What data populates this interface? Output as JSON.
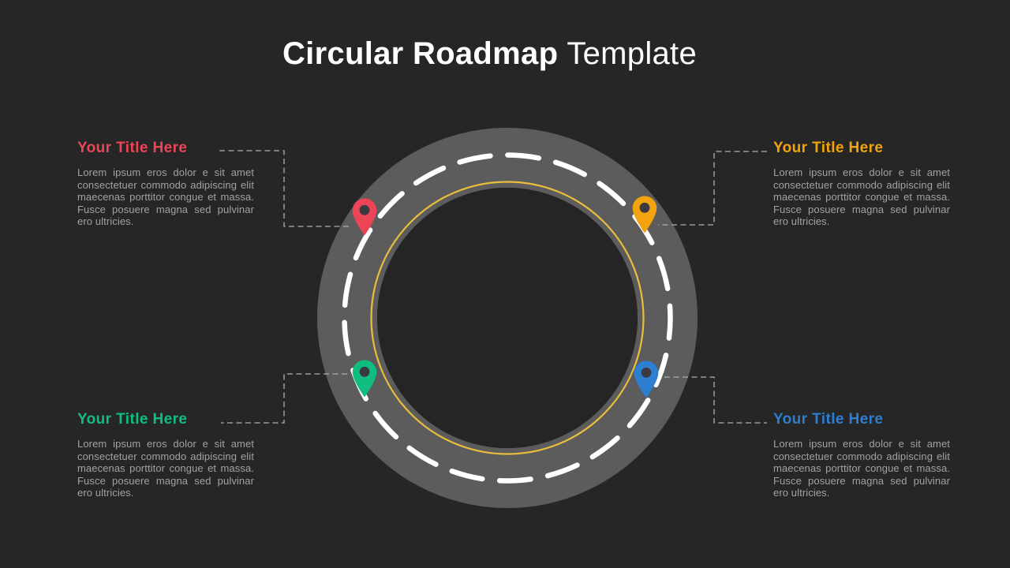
{
  "header": {
    "title_bold": "Circular Roadmap",
    "title_light": "Template"
  },
  "theme": {
    "background": "#262626",
    "heading_color": "#FFFFFF",
    "body_text_color": "#A2A2A2",
    "connector_color": "#B0B0B0"
  },
  "road": {
    "asphalt_color": "#5C5C5C",
    "center_dash_color": "#FFFFFF",
    "inner_line_color": "#E9BE3C",
    "inner_fill_color": "#252526"
  },
  "pins": [
    {
      "name": "map-pin-red",
      "color": "#EC4557"
    },
    {
      "name": "map-pin-orange",
      "color": "#F2A30D"
    },
    {
      "name": "map-pin-green",
      "color": "#0FBE7E"
    },
    {
      "name": "map-pin-blue",
      "color": "#2E7ED2"
    }
  ],
  "pin_hole_color": "#3A3A41",
  "blocks": [
    {
      "position": "top-left",
      "title": "Your Title Here",
      "accent": "#EC4557",
      "body": "Lorem ipsum eros dolor e sit amet consectetuer commodo adipiscing elit maecenas porttitor congue et massa. Fusce posuere magna sed pulvinar ero ultricies."
    },
    {
      "position": "top-right",
      "title": "Your Title Here",
      "accent": "#F2A30D",
      "body": "Lorem ipsum eros dolor e sit amet consectetuer commodo adipiscing elit maecenas porttitor congue et massa. Fusce posuere magna sed pulvinar ero ultricies."
    },
    {
      "position": "bottom-left",
      "title": "Your Title Here",
      "accent": "#0FBE7E",
      "body": "Lorem ipsum eros dolor e sit amet consectetuer commodo adipiscing elit maecenas porttitor congue et massa. Fusce posuere magna sed pulvinar ero ultricies."
    },
    {
      "position": "bottom-right",
      "title": "Your Title Here",
      "accent": "#2E7ED2",
      "body": "Lorem ipsum eros dolor e sit amet consectetuer commodo adipiscing elit maecenas porttitor congue et massa. Fusce posuere magna sed pulvinar ero ultricies."
    }
  ]
}
